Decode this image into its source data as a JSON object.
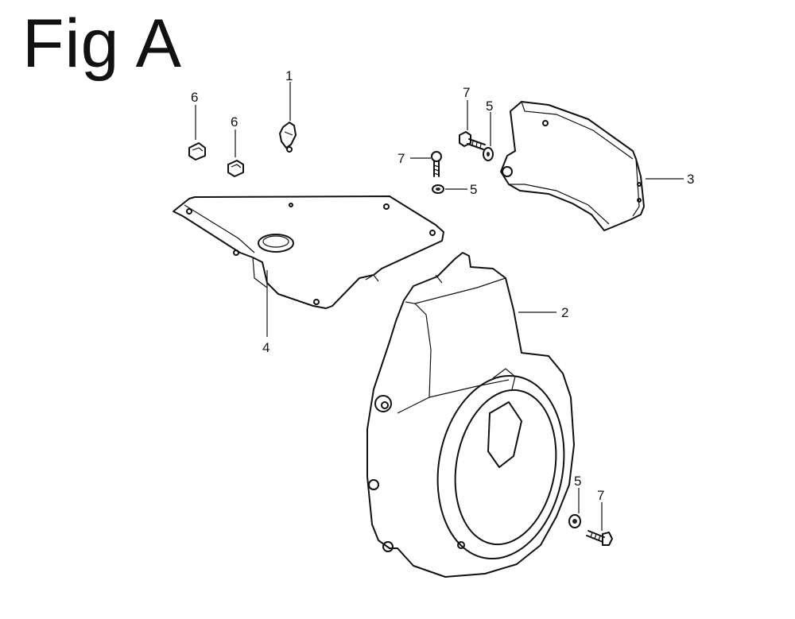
{
  "title": "Fig A",
  "callouts": {
    "c1": "1",
    "c2": "2",
    "c3": "3",
    "c4": "4",
    "c5a": "5",
    "c5b": "5",
    "c5c": "5",
    "c6a": "6",
    "c6b": "6",
    "c7a": "7",
    "c7b": "7",
    "c7c": "7"
  }
}
